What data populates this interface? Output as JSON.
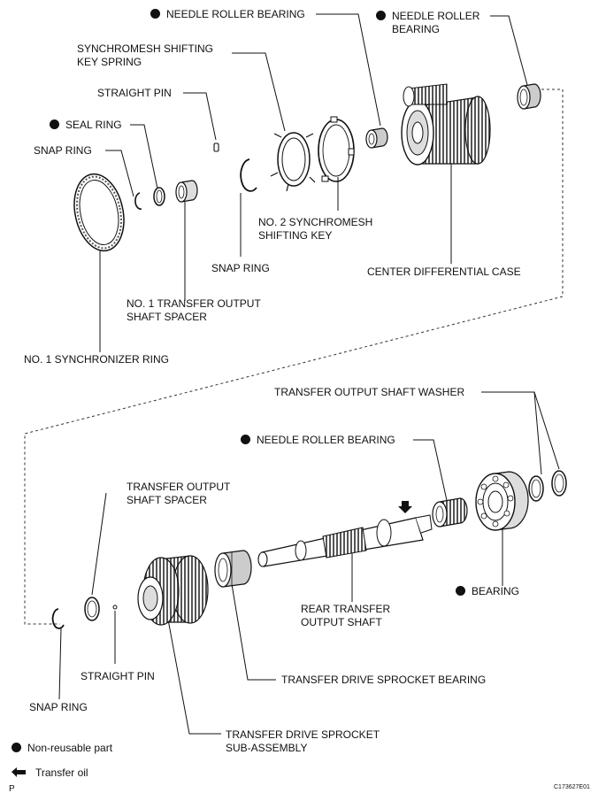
{
  "labels": {
    "needle_bearing_1": "NEEDLE ROLLER BEARING",
    "needle_bearing_2a": "NEEDLE ROLLER",
    "needle_bearing_2b": "BEARING",
    "synchro_spring_a": "SYNCHROMESH SHIFTING",
    "synchro_spring_b": "KEY SPRING",
    "straight_pin_top": "STRAIGHT PIN",
    "seal_ring": "SEAL RING",
    "snap_ring_left": "SNAP RING",
    "snap_ring_mid": "SNAP RING",
    "synchro_key_a": "NO. 2 SYNCHROMESH",
    "synchro_key_b": "SHIFTING KEY",
    "center_diff": "CENTER DIFFERENTIAL CASE",
    "spacer1_a": "NO. 1 TRANSFER OUTPUT",
    "spacer1_b": "SHAFT SPACER",
    "synchronizer_ring": "NO. 1 SYNCHRONIZER RING",
    "washer": "TRANSFER OUTPUT SHAFT WASHER",
    "needle_bearing_3": "NEEDLE ROLLER BEARING",
    "spacer2_a": "TRANSFER OUTPUT",
    "spacer2_b": "SHAFT SPACER",
    "bearing": "BEARING",
    "rear_shaft_a": "REAR TRANSFER",
    "rear_shaft_b": "OUTPUT SHAFT",
    "straight_pin_bottom": "STRAIGHT PIN",
    "sprocket_bearing": "TRANSFER DRIVE SPROCKET BEARING",
    "snap_ring_bottom": "SNAP RING",
    "sprocket_a": "TRANSFER DRIVE SPROCKET",
    "sprocket_b": "SUB-ASSEMBLY"
  },
  "legend": {
    "non_reusable": "Non-reusable part",
    "transfer_oil": "Transfer oil"
  },
  "footer": {
    "page_letter": "P",
    "figure_code": "C173627E01"
  }
}
